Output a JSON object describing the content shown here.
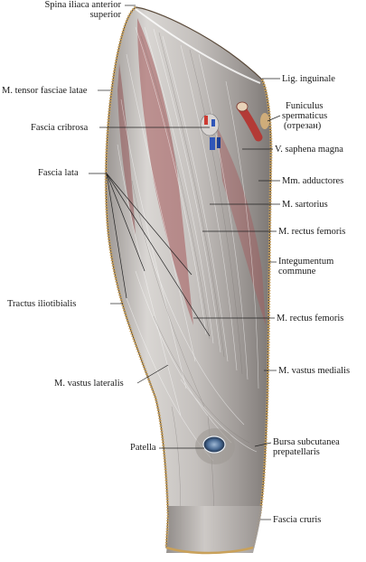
{
  "labels": {
    "spina_iliaca": [
      "Spina iliaca anterior",
      "superior"
    ],
    "tensor_fasciae_latae": "M. tensor fasciae latae",
    "fascia_cribrosa": "Fascia cribrosa",
    "fascia_lata": "Fascia lata",
    "tractus_iliotibialis": "Tractus iliotibialis",
    "vastus_lateralis": "M. vastus  lateralis",
    "patella": "Patella",
    "lig_inguinale": "Lig. inguinale",
    "funiculus": [
      "Funiculus",
      "spermaticus",
      "(отрезан)"
    ],
    "saphena_magna": "V. saphena magna",
    "adductores": "Mm. adductores",
    "sartorius": "M. sartorius",
    "rectus_femoris_1": "M. rectus femoris",
    "integumentum": [
      "Integumentum",
      "commune"
    ],
    "rectus_femoris_2": "M. rectus femoris",
    "vastus_medialis": "M. vastus medialis",
    "bursa": [
      "Bursa subcutanea",
      "prepatellaris"
    ],
    "fascia_cruris": "Fascia cruris"
  },
  "colors": {
    "fascia_light": "#e6e4e2",
    "fascia_mid": "#b7b3b0",
    "fascia_shadow": "#8f8a87",
    "muscle_red": "#a4585a",
    "skin_edge": "#c9a15a",
    "line": "#222222"
  }
}
